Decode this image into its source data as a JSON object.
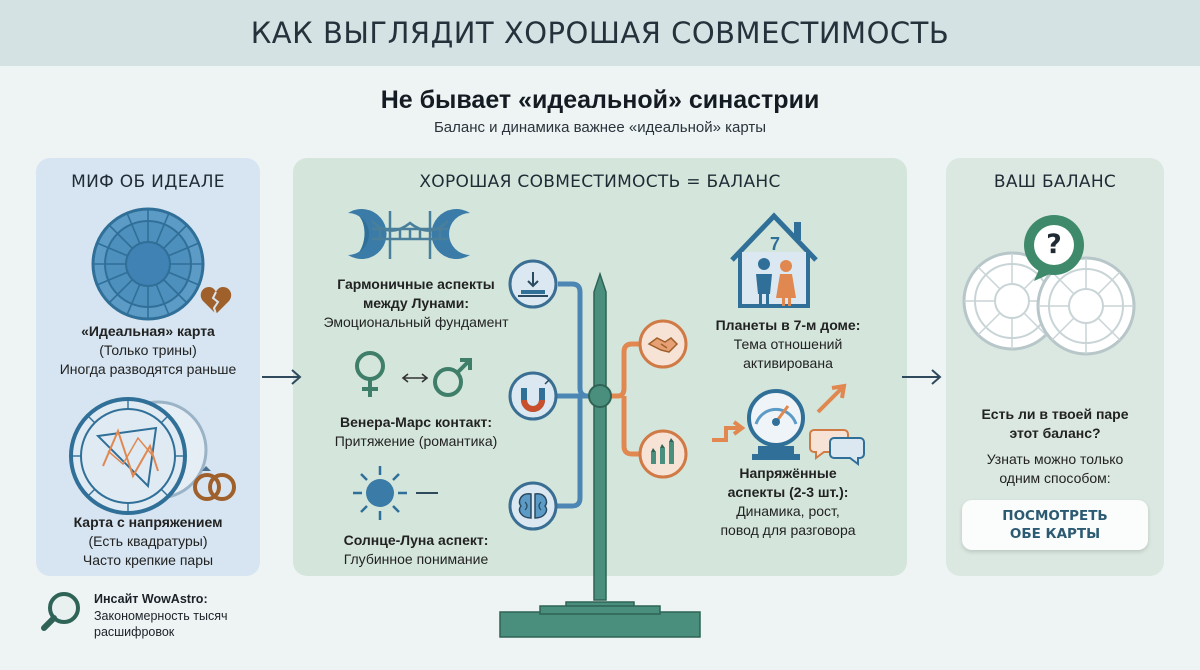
{
  "header": {
    "title": "КАК ВЫГЛЯДИТ ХОРОШАЯ СОВМЕСТИМОСТЬ"
  },
  "intro": {
    "title": "Не бывает «идеальной» синастрии",
    "subtitle": "Баланс и динамика важнее «идеальной» карты"
  },
  "left_panel": {
    "title": "МИФ ОБ ИДЕАЛЕ",
    "ideal_chart": {
      "title": "«Идеальная» карта",
      "line1": "(Только трины)",
      "line2": "Иногда разводятся раньше"
    },
    "tension_chart": {
      "title": "Карта с напряжением",
      "line1": "(Есть квадратуры)",
      "line2": "Часто крепкие пары"
    }
  },
  "middle_panel": {
    "title": "ХОРОШАЯ СОВМЕСТИМОСТЬ = БАЛАНС",
    "moons": {
      "title1": "Гармоничные аспекты",
      "title2": "между Лунами:",
      "desc": "Эмоциональный фундамент"
    },
    "venus_mars": {
      "title": "Венера-Марс контакт:",
      "desc": "Притяжение (романтика)"
    },
    "sun_moon": {
      "title": "Солнце-Луна аспект:",
      "desc": "Глубинное понимание"
    },
    "seventh_house": {
      "house_number": "7",
      "title": "Планеты в 7-м доме:",
      "desc1": "Тема отношений",
      "desc2": "активирована"
    },
    "tense_aspects": {
      "title1": "Напряжённые",
      "title2": "аспекты (2-3 шт.):",
      "desc1": "Динамика, рост,",
      "desc2": "повод для разговора"
    }
  },
  "right_panel": {
    "title": "ВАШ БАЛАНС",
    "question_mark": "?",
    "question1": "Есть ли в твоей паре",
    "question2": "этот баланс?",
    "text1": "Узнать можно только",
    "text2": "одним способом:",
    "cta1": "ПОСМОТРЕТЬ",
    "cta2": "ОБЕ КАРТЫ"
  },
  "insight": {
    "title": "Инсайт WowAstro:",
    "line1": "Закономерность тысяч",
    "line2": "расшифровок"
  },
  "colors": {
    "blue_dark": "#2f6f98",
    "blue_light": "#5b9bc6",
    "teal": "#3f7f6a",
    "green_pole": "#4a8f7d",
    "orange": "#e08850",
    "brown_heart": "#a0602c"
  },
  "icons": [
    "broken-heart-icon",
    "wedding-rings-icon",
    "bridge-icon",
    "venus-icon",
    "mars-icon",
    "sun-icon",
    "crescent-moon-icon",
    "scales-icon",
    "magnet-icon",
    "brain-icon",
    "handshake-icon",
    "growth-arrows-icon",
    "house-icon",
    "gauge-icon",
    "chat-bubbles-icon",
    "question-bubble-icon",
    "magnifier-icon",
    "arrow-right-icon"
  ]
}
